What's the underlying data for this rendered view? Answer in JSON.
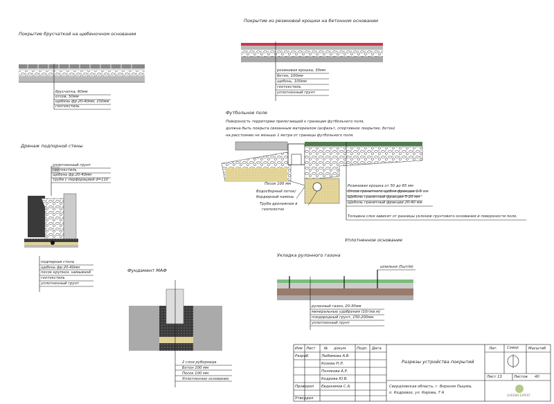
{
  "sections": {
    "pavers": {
      "title": "Покрытие брусчаткой на щебеночном основании",
      "layers": [
        "брусчатка, 60мм",
        "отсев, 50мм",
        "щебень фр.20-40мм, 150мм",
        "геотекстиль"
      ]
    },
    "rubber": {
      "title": "Покрытие из резиновой крошки на бетонном основании",
      "layers": [
        "резиновая крошка, 30мм",
        "бетон, 100мм",
        "щебень, 100мм",
        "геотекстиль",
        "уплотненный грунт"
      ]
    },
    "football": {
      "title": "Футбольное поле",
      "note": [
        "Поверхность территории прилегающей к границам футбольного поля,",
        "должна быть покрыта связанным материалом (асфальт, спортивное покрытие, бетон)",
        "на расстояние не меньше 1 метра от границы футбольного поля."
      ],
      "left_labels": [
        "Песок 100 мм",
        "Водосборный лоток/",
        "бордюрный камень",
        "Труба дренажная в",
        "геополотне"
      ],
      "right_labels": [
        "Резиновая крошка от 50 до 65 мм",
        "Отсев гранитного щебня фракции 1-5 мм",
        "Щебень гранитный фракции 5-20 мм",
        "Щебень гранитный фракции 20-40 мм"
      ],
      "thickness_note": "Толщина слоя зависит от разницы уклонов грунтового основания и поверхности поля.",
      "compact_label": "Уплотненное основание"
    },
    "drainage": {
      "title": "Дренаж подпорной стены",
      "top_labels": [
        "уплотненный грунт",
        "геотекстиль",
        "щебень фр.20-40мм",
        "труба с перфорацией d=110"
      ],
      "bottom_labels": [
        "подпорная стена",
        "щебень фр.20-40мм",
        "песок крупноз. намывной",
        "геотекстиль",
        "уплотненный грунт"
      ]
    },
    "maf": {
      "title": "Фундамент МАФ",
      "layers": [
        "2 слоя рубероида",
        "Бетон 100 мм",
        "Песок 100 мм",
        "Уплотненное основание"
      ]
    },
    "lawn": {
      "title": "Укладка рулонного газона",
      "pin_label": "шпильки (5шт/м)",
      "layers": [
        "рулонный газон, 20-30мм",
        "минеральные удобрения (10г/кв.м)",
        "плодородный грунт, 150-200мм",
        "уплотненный грунт"
      ]
    }
  },
  "stamp": {
    "headers": [
      "Изм",
      "Лист",
      "№",
      "докум.",
      "Подп.",
      "Дата"
    ],
    "rows": [
      {
        "role": "Разраб.",
        "name": "Любимова А.В."
      },
      {
        "role": "",
        "name": "Козева Н.Л."
      },
      {
        "role": "",
        "name": "Полякова А.Р."
      },
      {
        "role": "",
        "name": "Кедрова Ю.В."
      },
      {
        "role": "Проверил",
        "name": "Евдокимов С.А."
      },
      {
        "role": "Утвердил",
        "name": ""
      }
    ],
    "title": "Разрезы устройства покрытий",
    "address": [
      "Свердловская область, г. Верхняя Пышма,",
      "п. Кедровое, ул. Кирова, 7 А"
    ],
    "lit_label": "Лит.",
    "north_label": "Север",
    "scale_label": "Масштаб",
    "sheet_label": "Лист 13",
    "sheets_label": "Листов",
    "sheets_total": "40",
    "logo": "GARDEN EXPERT"
  }
}
